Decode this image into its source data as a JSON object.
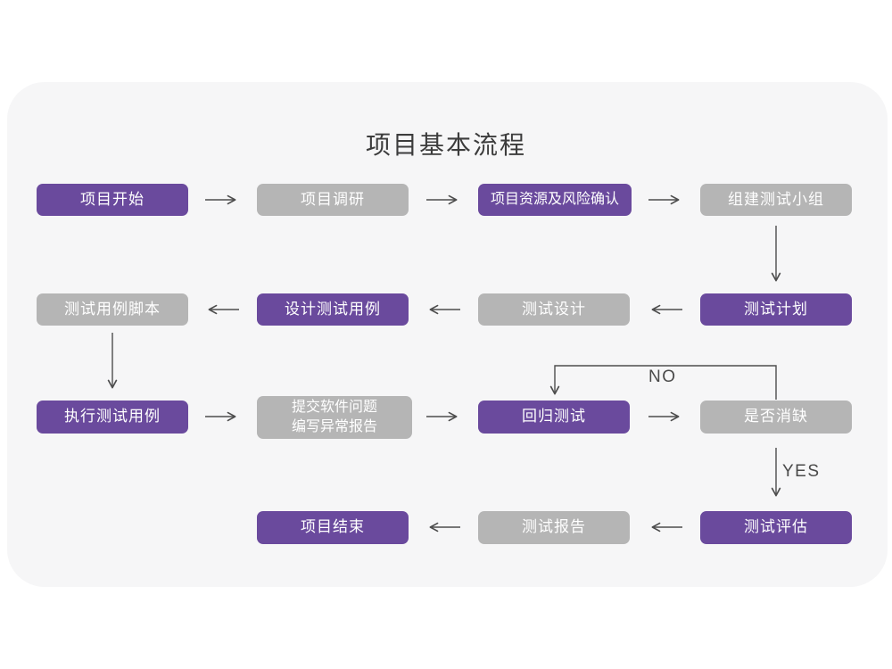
{
  "title": "项目基本流程",
  "colors": {
    "node_purple": "#6a4a9d",
    "node_gray": "#b5b5b5",
    "card_background": "#f6f6f7",
    "page_background": "#ffffff",
    "arrow": "#4d4d4d",
    "title_text": "#3c3c3c",
    "node_text": "#ffffff",
    "edge_label_text": "#4a4a4a"
  },
  "nodes": [
    {
      "id": "project-start",
      "label": "项目开始",
      "variant": "purple"
    },
    {
      "id": "project-research",
      "label": "项目调研",
      "variant": "gray"
    },
    {
      "id": "resource-risk",
      "label": "项目资源及风险确认",
      "variant": "purple"
    },
    {
      "id": "build-team",
      "label": "组建测试小组",
      "variant": "gray"
    },
    {
      "id": "case-script",
      "label": "测试用例脚本",
      "variant": "gray"
    },
    {
      "id": "design-case",
      "label": "设计测试用例",
      "variant": "purple"
    },
    {
      "id": "test-design",
      "label": "测试设计",
      "variant": "gray"
    },
    {
      "id": "test-plan",
      "label": "测试计划",
      "variant": "purple"
    },
    {
      "id": "execute-case",
      "label": "执行测试用例",
      "variant": "purple"
    },
    {
      "id": "submit-report",
      "label": "提交软件问题\n编写异常报告",
      "variant": "gray"
    },
    {
      "id": "regression-test",
      "label": "回归测试",
      "variant": "purple"
    },
    {
      "id": "defect-cleared",
      "label": "是否消缺",
      "variant": "gray"
    },
    {
      "id": "project-end",
      "label": "项目结束",
      "variant": "purple"
    },
    {
      "id": "test-report",
      "label": "测试报告",
      "variant": "gray"
    },
    {
      "id": "test-evaluate",
      "label": "测试评估",
      "variant": "purple"
    }
  ],
  "edges": [
    {
      "from": "project-start",
      "to": "project-research"
    },
    {
      "from": "project-research",
      "to": "resource-risk"
    },
    {
      "from": "resource-risk",
      "to": "build-team"
    },
    {
      "from": "build-team",
      "to": "test-plan"
    },
    {
      "from": "test-plan",
      "to": "test-design"
    },
    {
      "from": "test-design",
      "to": "design-case"
    },
    {
      "from": "design-case",
      "to": "case-script"
    },
    {
      "from": "case-script",
      "to": "execute-case"
    },
    {
      "from": "execute-case",
      "to": "submit-report"
    },
    {
      "from": "submit-report",
      "to": "regression-test"
    },
    {
      "from": "regression-test",
      "to": "defect-cleared"
    },
    {
      "from": "defect-cleared",
      "to": "regression-test",
      "label": "NO"
    },
    {
      "from": "defect-cleared",
      "to": "test-evaluate",
      "label": "YES"
    },
    {
      "from": "test-evaluate",
      "to": "test-report"
    },
    {
      "from": "test-report",
      "to": "project-end"
    }
  ],
  "edge_labels": {
    "no": "NO",
    "yes": "YES"
  }
}
